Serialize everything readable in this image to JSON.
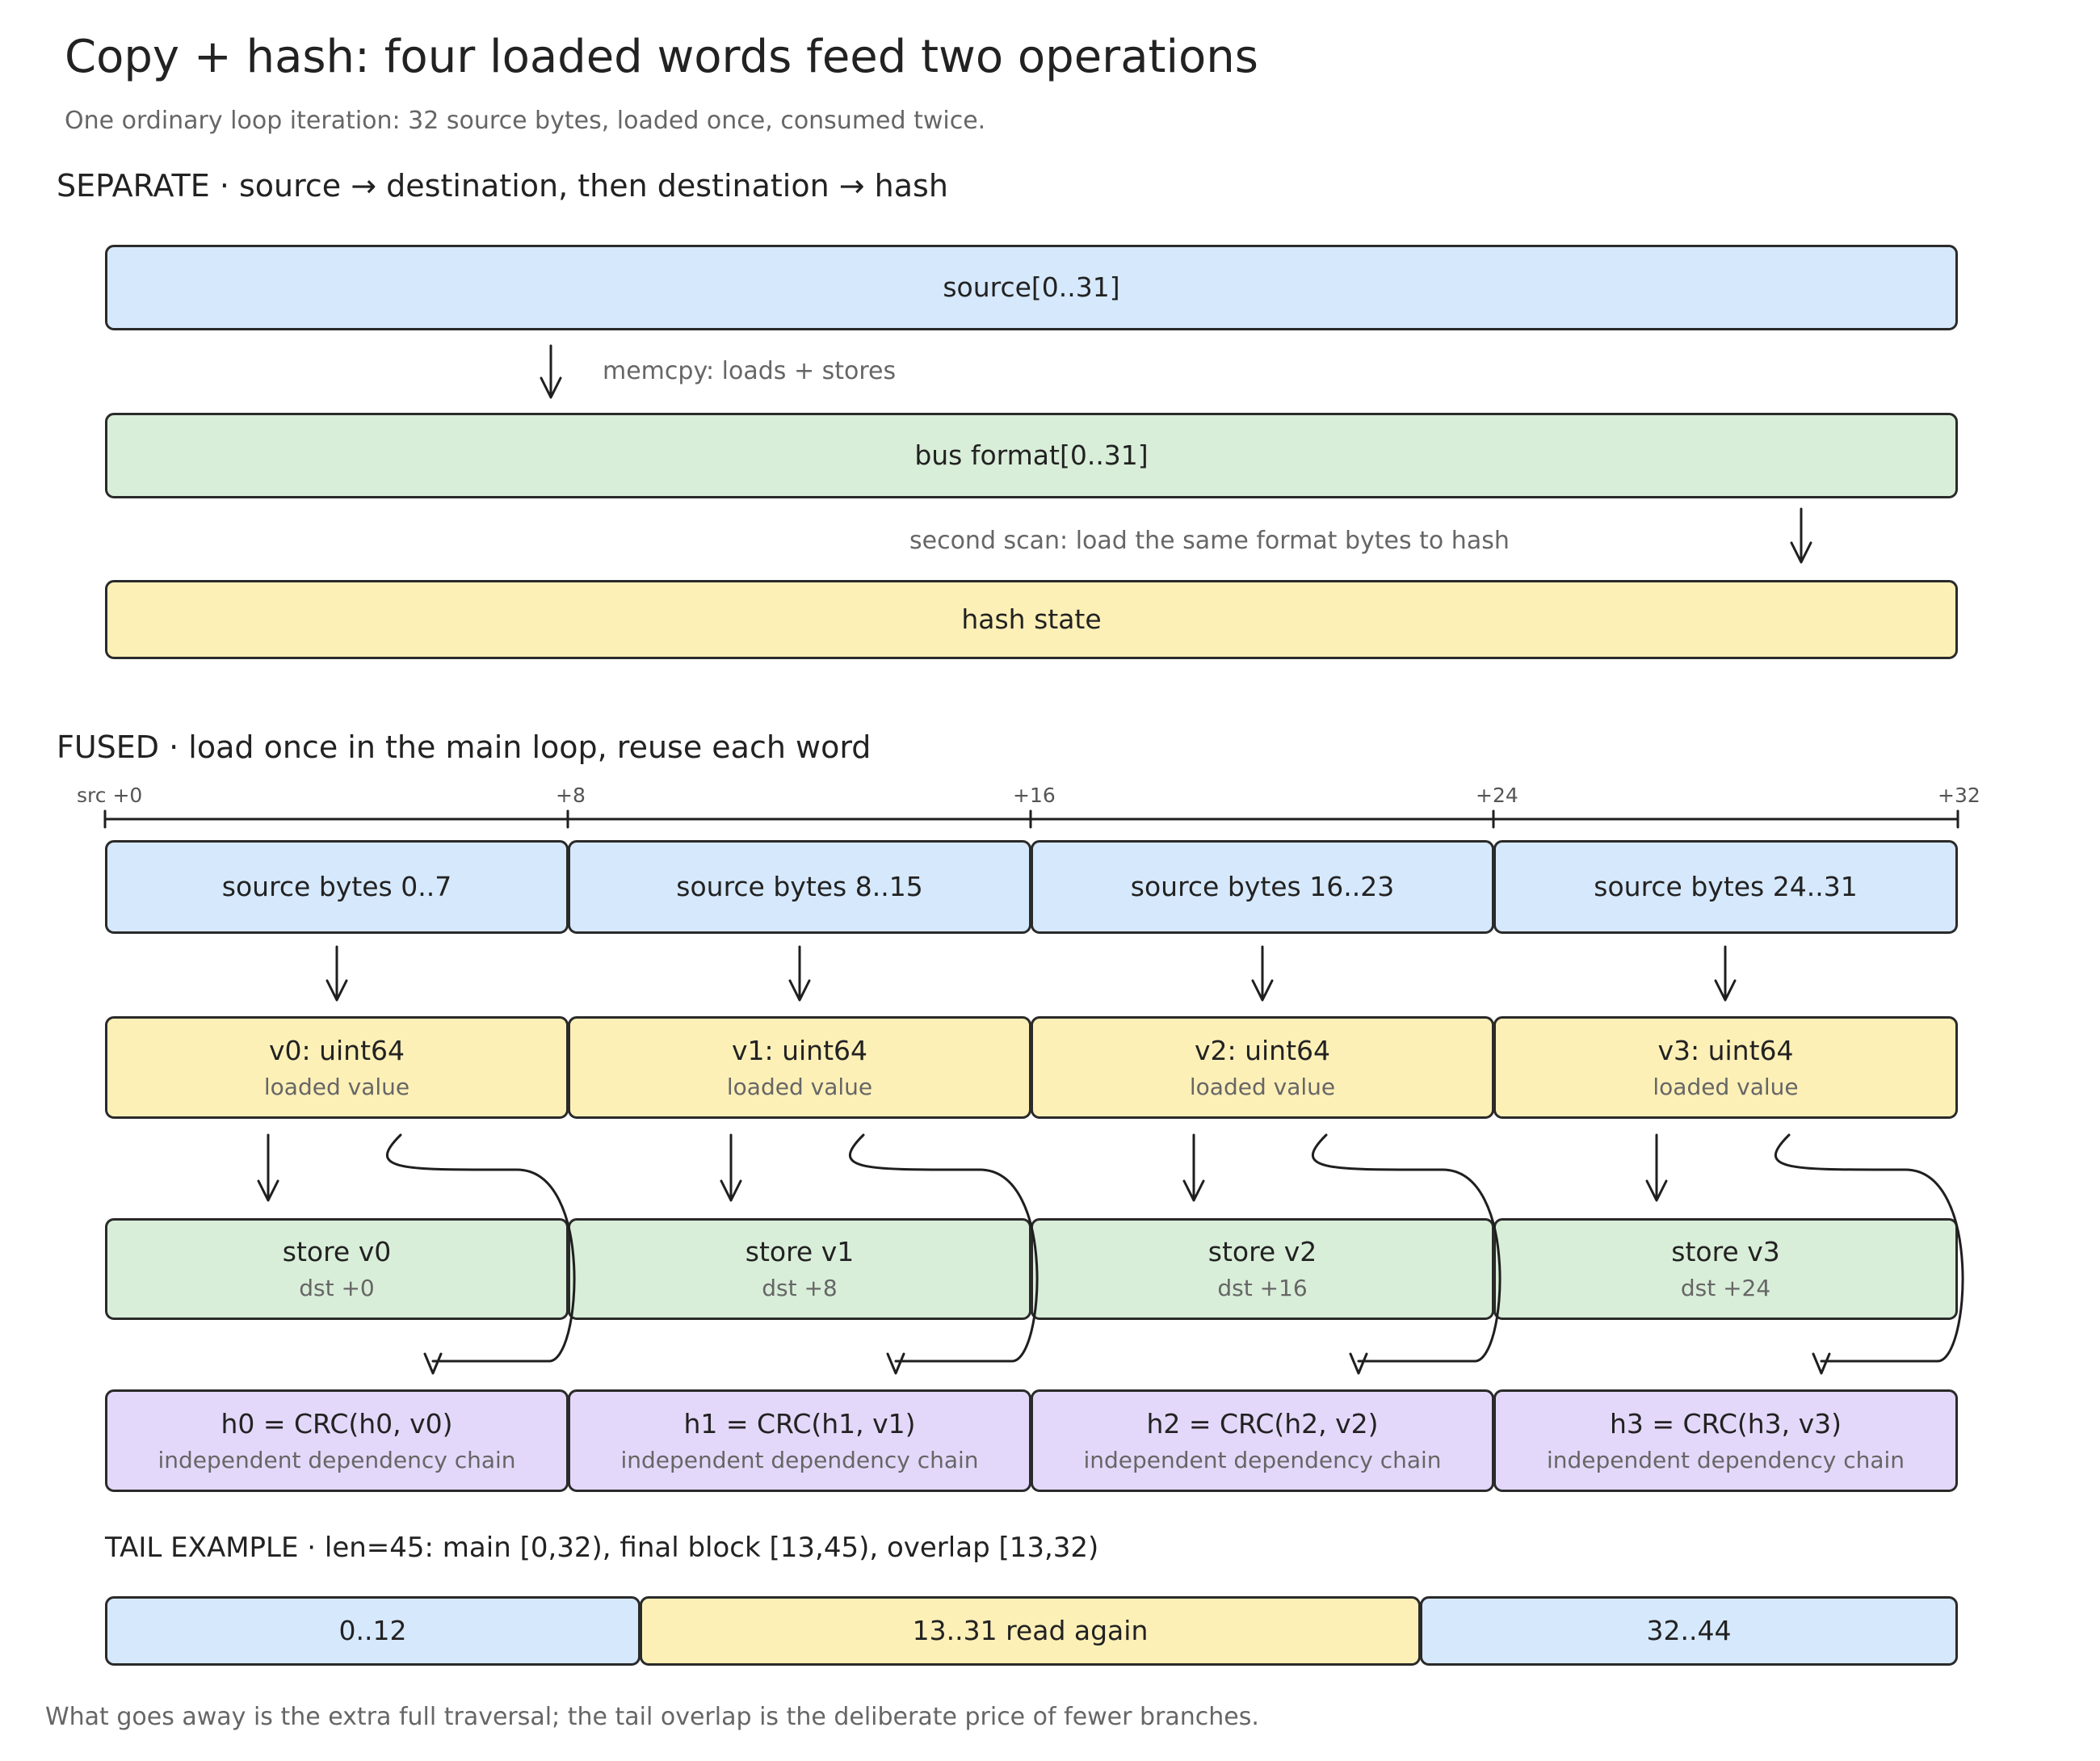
{
  "title": "Copy + hash: four loaded words feed two operations",
  "subtitle": "One ordinary loop iteration: 32 source bytes, loaded once, consumed twice.",
  "separate": {
    "heading": "SEPARATE · source → destination, then destination → hash",
    "source_label": "source[0..31]",
    "memcpy_note": "memcpy: loads + stores",
    "bus_label": "bus format[0..31]",
    "scan_note": "second scan: load the same format bytes to hash",
    "hash_label": "hash state"
  },
  "fused": {
    "heading": "FUSED · load once in the main loop, reuse each word",
    "ruler_ticks": [
      "src +0",
      "+8",
      "+16",
      "+24",
      "+32"
    ],
    "source_blocks": [
      "source bytes 0..7",
      "source bytes 8..15",
      "source bytes 16..23",
      "source bytes 24..31"
    ],
    "values": [
      {
        "label": "v0: uint64",
        "sub": "loaded value"
      },
      {
        "label": "v1: uint64",
        "sub": "loaded value"
      },
      {
        "label": "v2: uint64",
        "sub": "loaded value"
      },
      {
        "label": "v3: uint64",
        "sub": "loaded value"
      }
    ],
    "stores": [
      {
        "label": "store v0",
        "sub": "dst +0"
      },
      {
        "label": "store v1",
        "sub": "dst +8"
      },
      {
        "label": "store v2",
        "sub": "dst +16"
      },
      {
        "label": "store v3",
        "sub": "dst +24"
      }
    ],
    "hashes": [
      {
        "label": "h0 = CRC(h0, v0)",
        "sub": "independent dependency chain"
      },
      {
        "label": "h1 = CRC(h1, v1)",
        "sub": "independent dependency chain"
      },
      {
        "label": "h2 = CRC(h2, v2)",
        "sub": "independent dependency chain"
      },
      {
        "label": "h3 = CRC(h3, v3)",
        "sub": "independent dependency chain"
      }
    ]
  },
  "tail": {
    "heading": "TAIL EXAMPLE · len=45: main [0,32), final block [13,45), overlap [13,32)",
    "segments": [
      "0..12",
      "13..31 read again",
      "32..44"
    ]
  },
  "footer": "What goes away is the extra full traversal; the tail overlap is the deliberate price of fewer branches.",
  "colors": {
    "source": "#d6e8fb",
    "store": "#d9eed9",
    "value": "#fdf0b7",
    "hash": "#e4d8fa",
    "border": "#2a2a2a"
  }
}
